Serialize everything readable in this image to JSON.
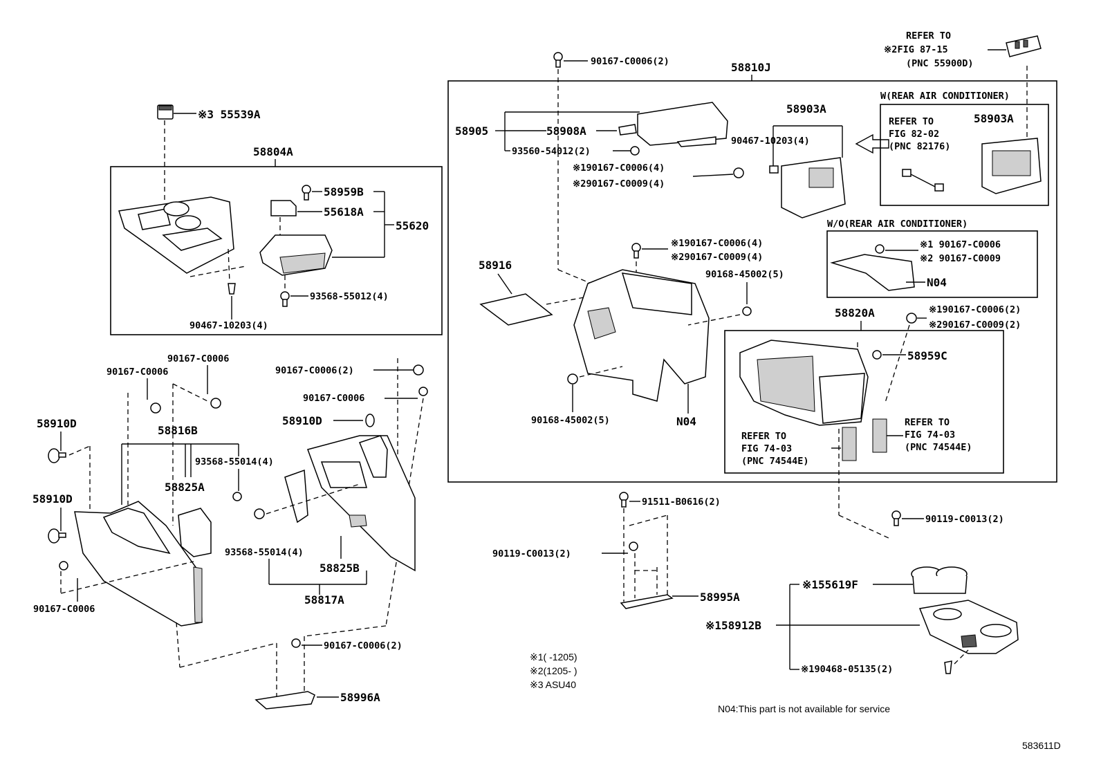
{
  "labels": {
    "p55539A": "※3 55539A",
    "p58804A": "58804A",
    "p58959B": "58959B",
    "p55618A": "55618A",
    "p55620": "55620",
    "p93568_55012": "93568-55012(4)",
    "p90467_10203_left": "90467-10203(4)",
    "p90167_C0006_a": "90167-C0006",
    "p90167_C0006_b": "90167-C0006",
    "p58910D_a": "58910D",
    "p58816B": "58816B",
    "p93568_55014_a": "93568-55014(4)",
    "p58825A": "58825A",
    "p58910D_b": "58910D",
    "p90167_C0006_c": "90167-C0006",
    "p90167_C0006_2a": "90167-C0006(2)",
    "p90167_C0006_d": "90167-C0006",
    "p58910D_c": "58910D",
    "p93568_55014_b": "93568-55014(4)",
    "p58825B": "58825B",
    "p58817A": "58817A",
    "p90167_C0006_2b": "90167-C0006(2)",
    "p58996A": "58996A",
    "p90167_C0006_2top": "90167-C0006(2)",
    "p58810J": "58810J",
    "p58905": "58905",
    "p58908A": "58908A",
    "p93560_54012": "93560-54012(2)",
    "p90467_10203_right": "90467-10203(4)",
    "p58903A_a": "58903A",
    "s1_90167_C0006_4a": "※190167-C0006(4)",
    "s2_90167_C0009_4a": "※290167-C0009(4)",
    "p58916": "58916",
    "s1_90167_C0006_4b": "※190167-C0006(4)",
    "s2_90167_C0009_4b": "※290167-C0009(4)",
    "p90168_45002_a": "90168-45002(5)",
    "p90168_45002_b": "90168-45002(5)",
    "pN04_a": "N04",
    "w_rear_ac": "W(REAR AIR CONDITIONER)",
    "refer_to_a": "REFER TO",
    "fig_82_02": "FIG 82-02",
    "pnc_82176": "(PNC 82176)",
    "p58903A_b": "58903A",
    "wo_rear_ac": "W/O(REAR AIR CONDITIONER)",
    "s1_90167_C0006_c": "※1 90167-C0006",
    "s2_90167_C0009_c": "※2 90167-C0009",
    "pN04_b": "N04",
    "p58820A": "58820A",
    "s1_90167_C0006_2": "※190167-C0006(2)",
    "s2_90167_C0009_2": "※290167-C0009(2)",
    "p58959C": "58959C",
    "refer_to_b": "REFER TO",
    "fig_74_03_a": "FIG 74-03",
    "pnc_74544E_a": "(PNC 74544E)",
    "refer_to_c": "REFER TO",
    "fig_74_03_b": "FIG 74-03",
    "pnc_74544E_b": "(PNC 74544E)",
    "refer_to_top": "REFER TO",
    "fig_87_15": "※2FIG 87-15",
    "pnc_55900D": "(PNC 55900D)",
    "p91511_B0616": "91511-B0616(2)",
    "p90119_C0013_a": "90119-C0013(2)",
    "p90119_C0013_b": "90119-C0013(2)",
    "p58995A": "58995A",
    "s1_55619F": "※155619F",
    "s1_58912B": "※158912B",
    "s1_90468_05135": "※190468-05135(2)"
  },
  "legend": {
    "line1": "※1(      -1205)",
    "line2": "※2(1205-      )",
    "line3": "※3 ASU40"
  },
  "note": "N04:This part is not available for service",
  "figure_code": "583611D"
}
